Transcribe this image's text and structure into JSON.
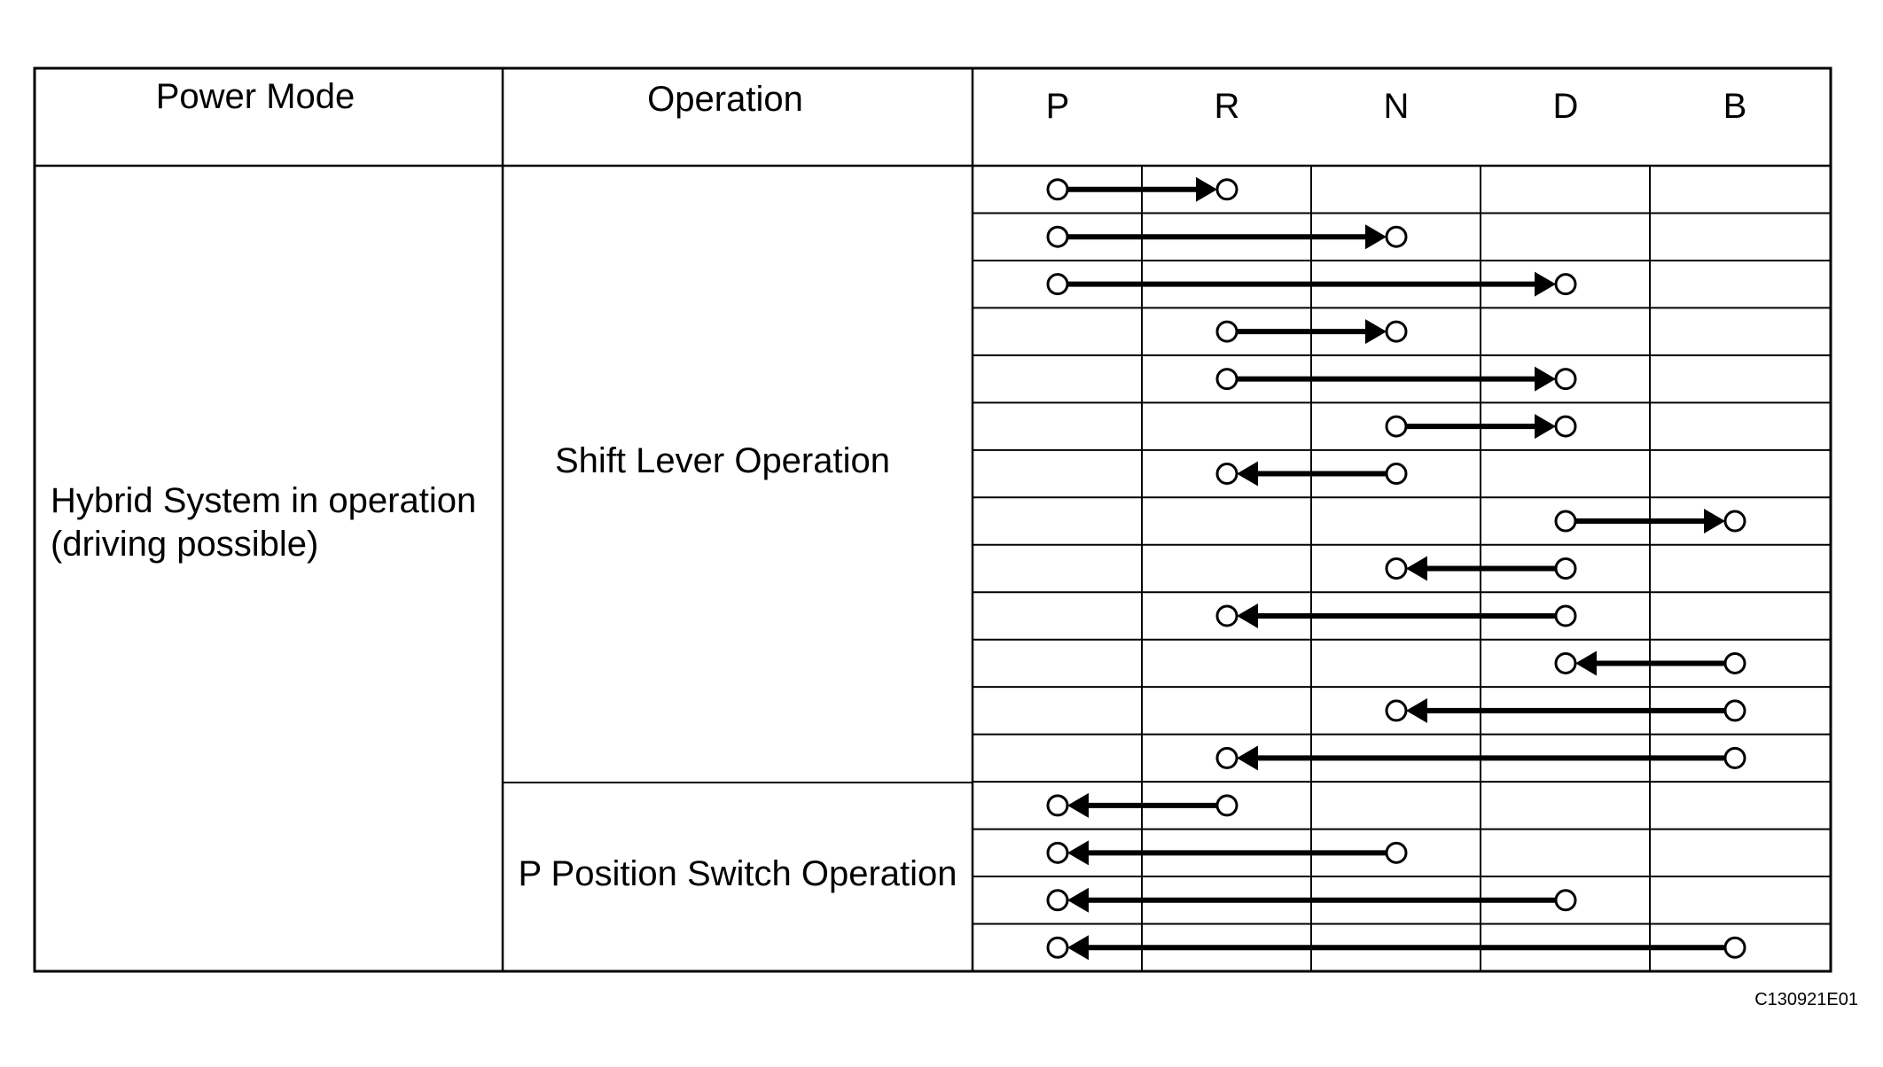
{
  "headers": {
    "power_mode": "Power Mode",
    "operation": "Operation",
    "positions": [
      "P",
      "R",
      "N",
      "D",
      "B"
    ]
  },
  "power_mode": {
    "line1": "Hybrid System in operation",
    "line2": "(driving possible)"
  },
  "operations": {
    "shift_lever": "Shift Lever Operation",
    "p_switch": "P Position Switch Operation"
  },
  "transitions": [
    {
      "from": "P",
      "to": "R",
      "group": "shift_lever"
    },
    {
      "from": "P",
      "to": "N",
      "group": "shift_lever"
    },
    {
      "from": "P",
      "to": "D",
      "group": "shift_lever"
    },
    {
      "from": "R",
      "to": "N",
      "group": "shift_lever"
    },
    {
      "from": "R",
      "to": "D",
      "group": "shift_lever"
    },
    {
      "from": "N",
      "to": "D",
      "group": "shift_lever"
    },
    {
      "from": "N",
      "to": "R",
      "group": "shift_lever"
    },
    {
      "from": "D",
      "to": "B",
      "group": "shift_lever"
    },
    {
      "from": "D",
      "to": "N",
      "group": "shift_lever"
    },
    {
      "from": "D",
      "to": "R",
      "group": "shift_lever"
    },
    {
      "from": "B",
      "to": "D",
      "group": "shift_lever"
    },
    {
      "from": "B",
      "to": "N",
      "group": "shift_lever"
    },
    {
      "from": "B",
      "to": "R",
      "group": "shift_lever"
    },
    {
      "from": "R",
      "to": "P",
      "group": "p_switch"
    },
    {
      "from": "N",
      "to": "P",
      "group": "p_switch"
    },
    {
      "from": "D",
      "to": "P",
      "group": "p_switch"
    },
    {
      "from": "B",
      "to": "P",
      "group": "p_switch"
    }
  ],
  "figure_id": "C130921E01"
}
